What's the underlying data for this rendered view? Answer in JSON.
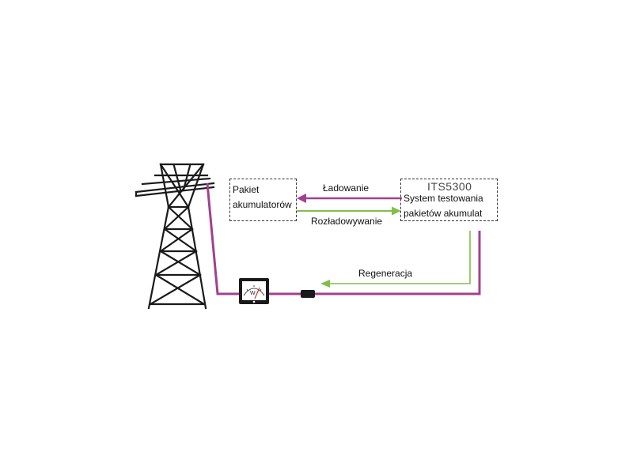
{
  "battery_pack": {
    "line1": "Pakiet",
    "line2": "akumulatorów"
  },
  "tester": {
    "model": "ITS5300",
    "line1": "System testowania",
    "line2": "pakietów akumulat"
  },
  "flows": {
    "charging": "Ładowanie",
    "discharging": "Rozładowywanie",
    "regeneration": "Regeneracja"
  },
  "meter": {
    "unit": "W"
  },
  "colors": {
    "grid_line": "#a0418f",
    "data_line": "#7fbf4a",
    "tower": "#1a1a1a"
  }
}
